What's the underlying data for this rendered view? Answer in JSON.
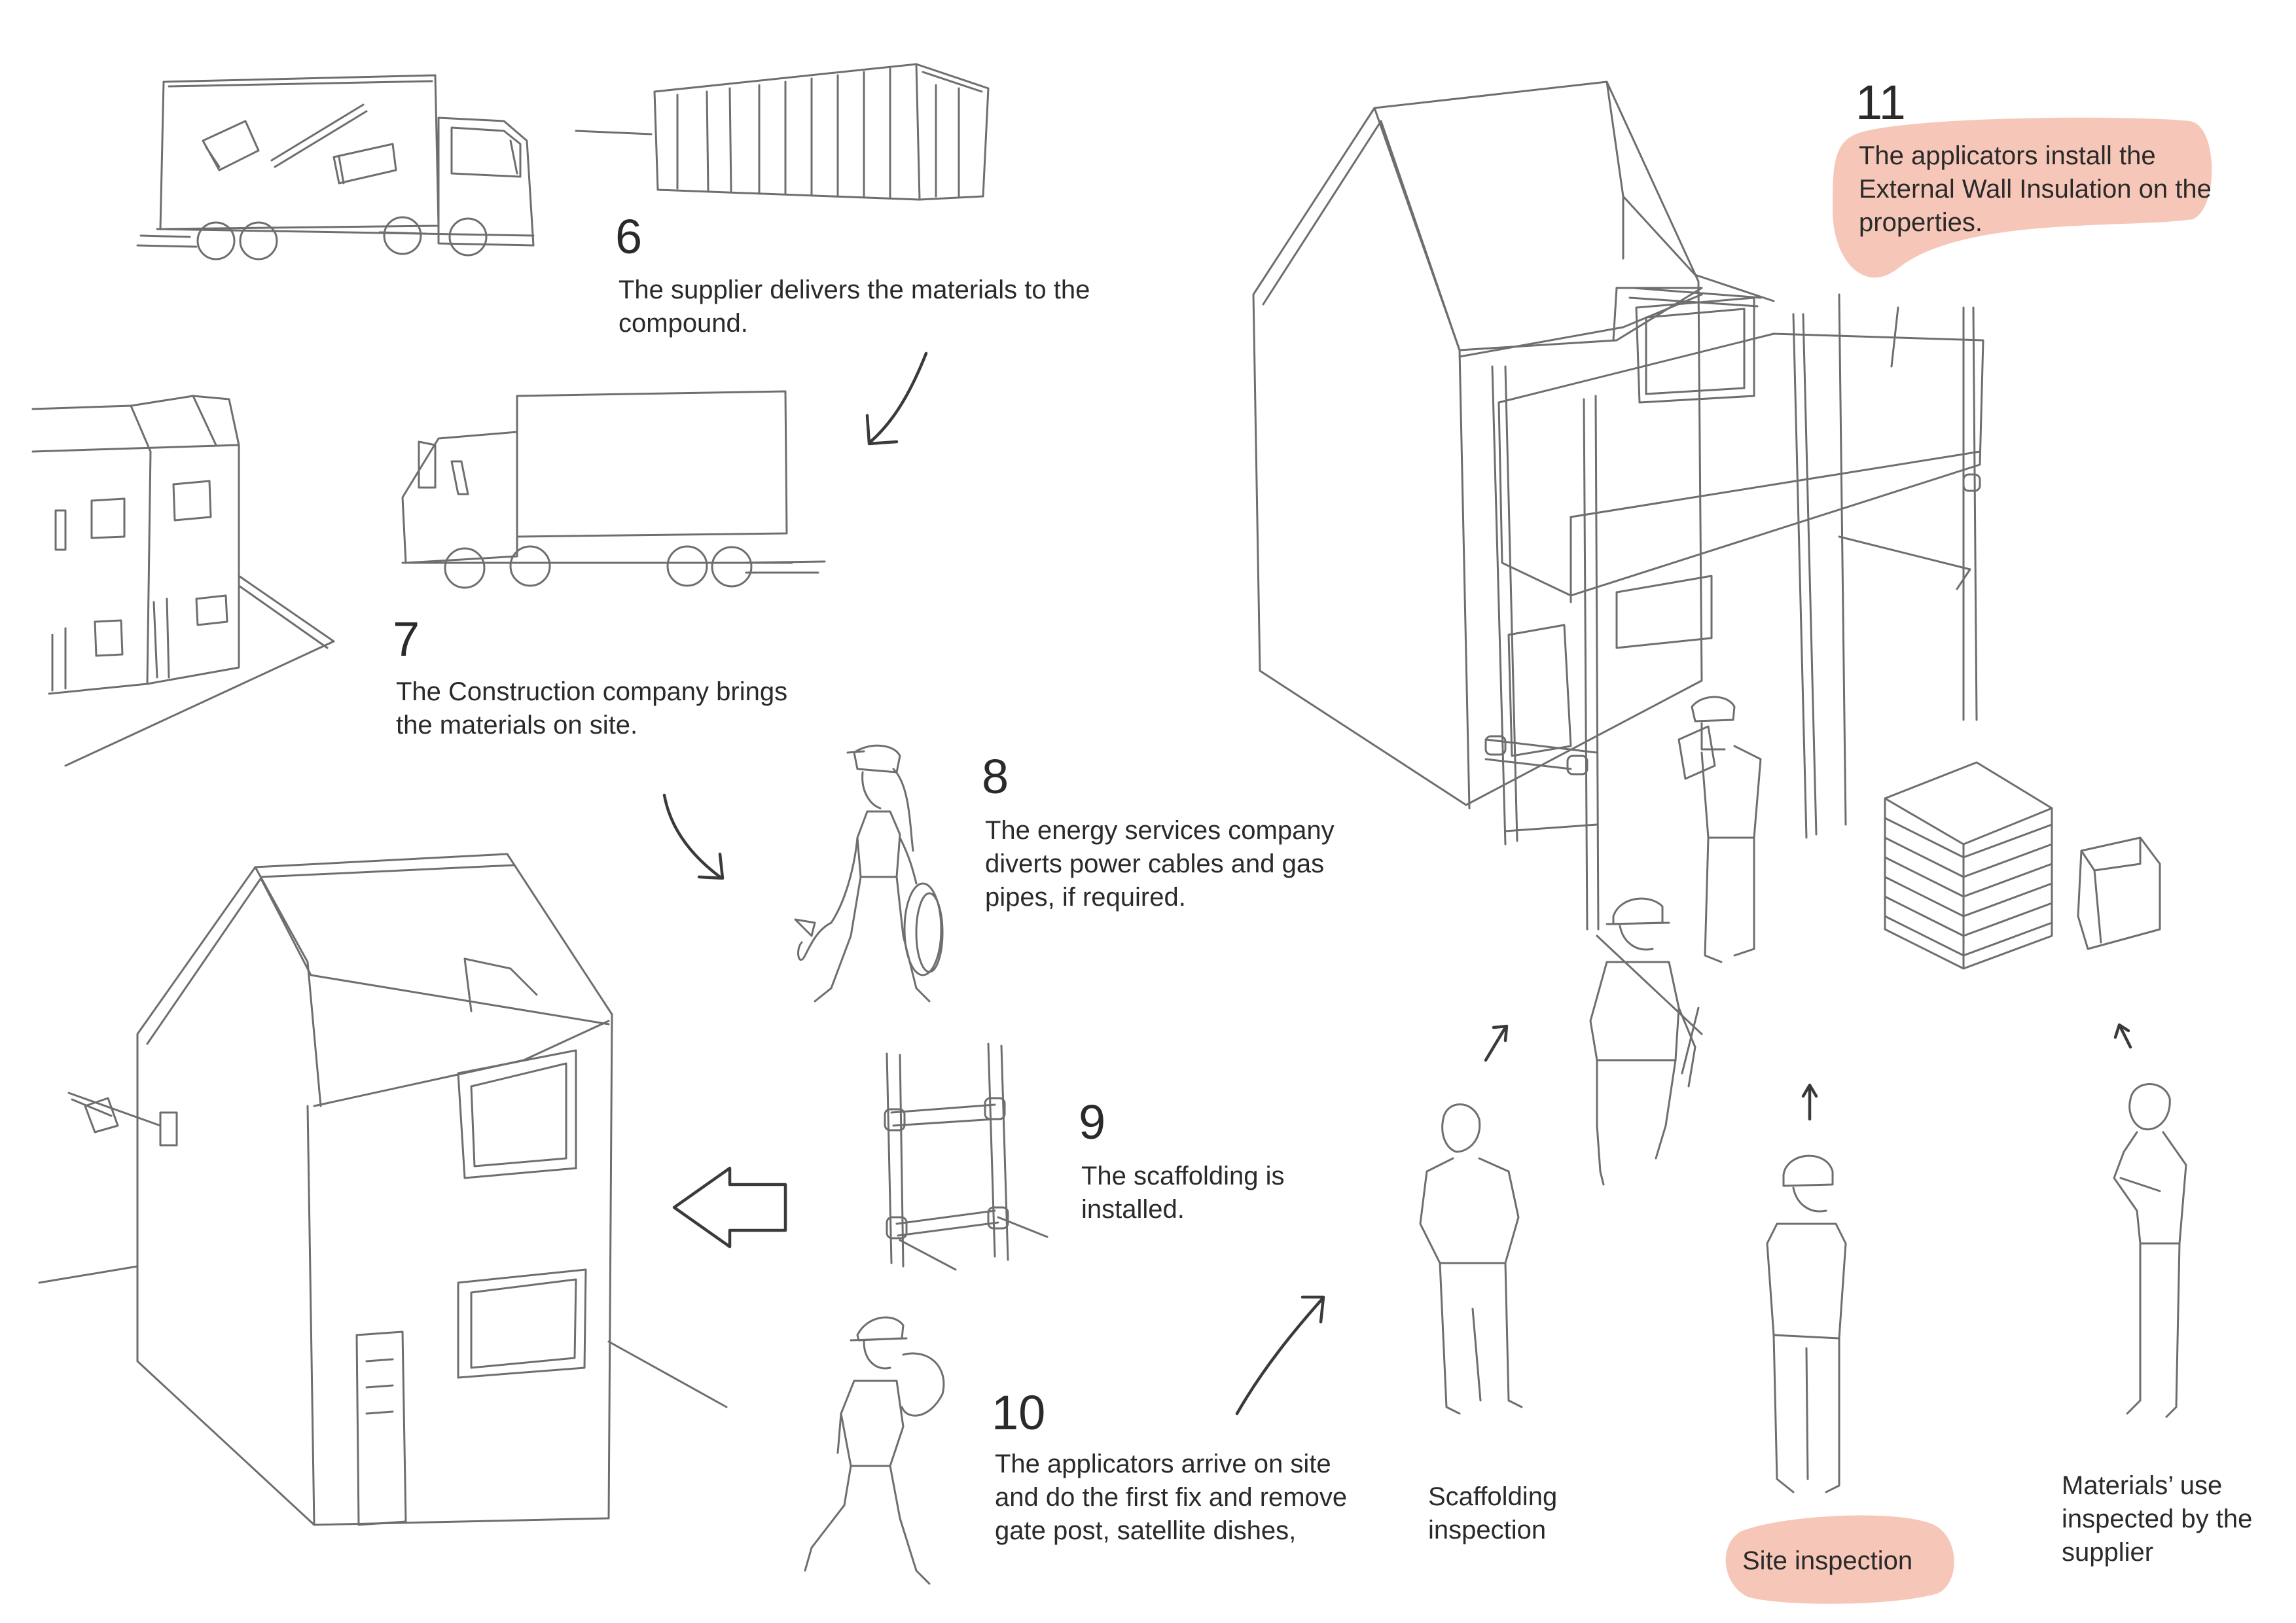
{
  "steps": [
    {
      "id": "6",
      "number": "6",
      "text": "The supplier delivers the materials to the compound."
    },
    {
      "id": "7",
      "number": "7",
      "text": "The Construction company brings the materials on site."
    },
    {
      "id": "8",
      "number": "8",
      "text": "The energy services company diverts power cables and gas pipes, if required."
    },
    {
      "id": "9",
      "number": "9",
      "text": "The scaffolding is installed."
    },
    {
      "id": "10",
      "number": "10",
      "text": "The applicators arrive on site and do the first fix and remove gate post, satellite dishes,"
    },
    {
      "id": "11",
      "number": "11",
      "text": "The applicators install the External Wall Insulation on the properties."
    }
  ],
  "captions": {
    "scaffolding_inspection": "Scaffolding inspection",
    "site_inspection": "Site inspection",
    "materials_inspection": "Materials’ use inspected by the supplier"
  },
  "highlight_color": "#f6c7b8",
  "icons": [
    "lorry-icon",
    "container-icon",
    "terraced-houses-icon",
    "house-icon",
    "scaffold-icon",
    "worker-figure-icon",
    "insulation-boards-icon",
    "bag-icon",
    "arrow-icon"
  ]
}
